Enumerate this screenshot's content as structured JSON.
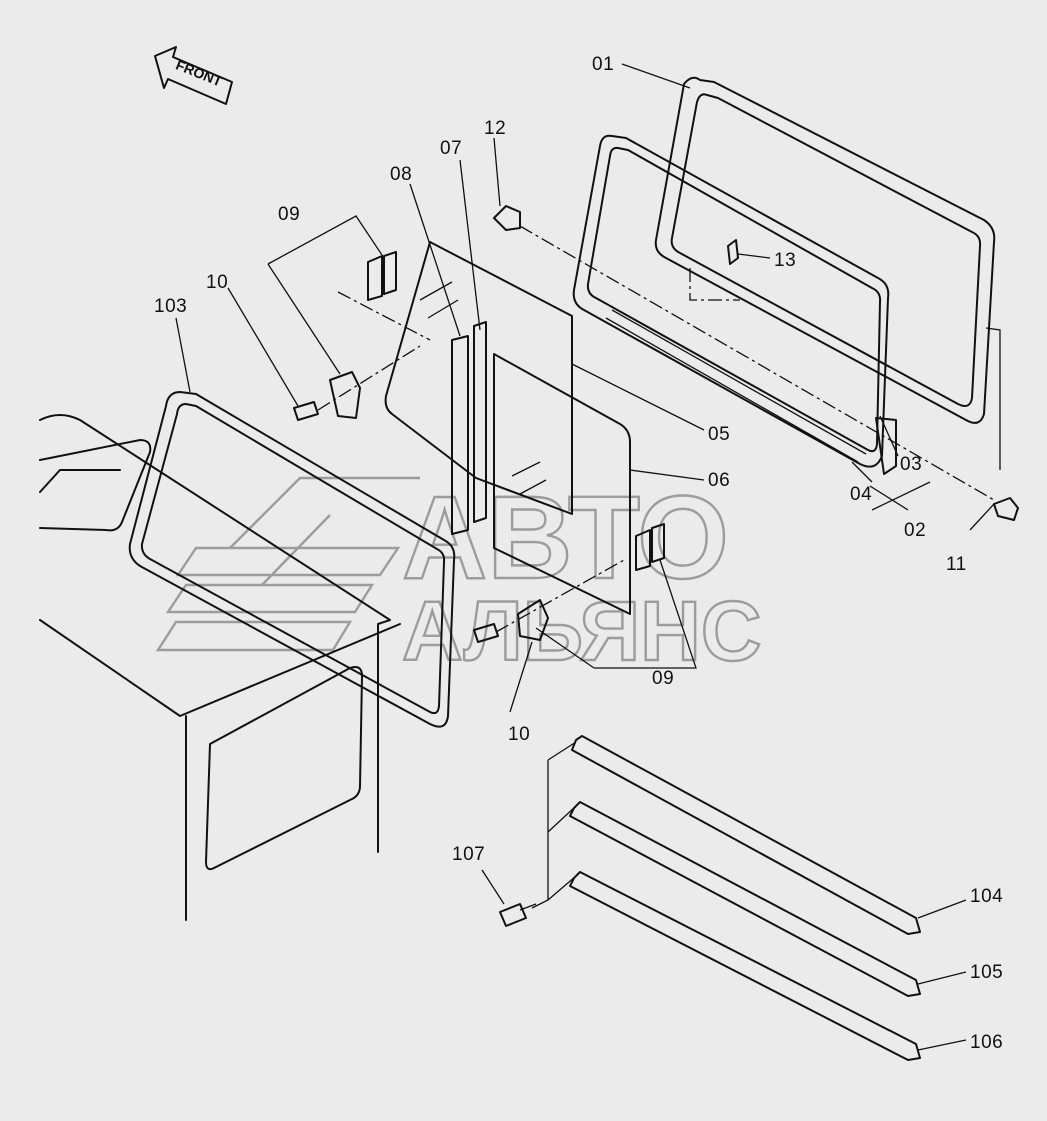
{
  "front_arrow": {
    "label": "FRONT"
  },
  "labels": {
    "p01": "01",
    "p02": "02",
    "p03": "03",
    "p04": "04",
    "p05": "05",
    "p06": "06",
    "p07": "07",
    "p08": "08",
    "p09a": "09",
    "p09b": "09",
    "p10a": "10",
    "p10b": "10",
    "p11": "11",
    "p12": "12",
    "p13": "13",
    "p103": "103",
    "p104": "104",
    "p105": "105",
    "p106": "106",
    "p107": "107"
  },
  "watermark": {
    "line1": "АВТО",
    "line2": "АЛЬЯНС"
  }
}
